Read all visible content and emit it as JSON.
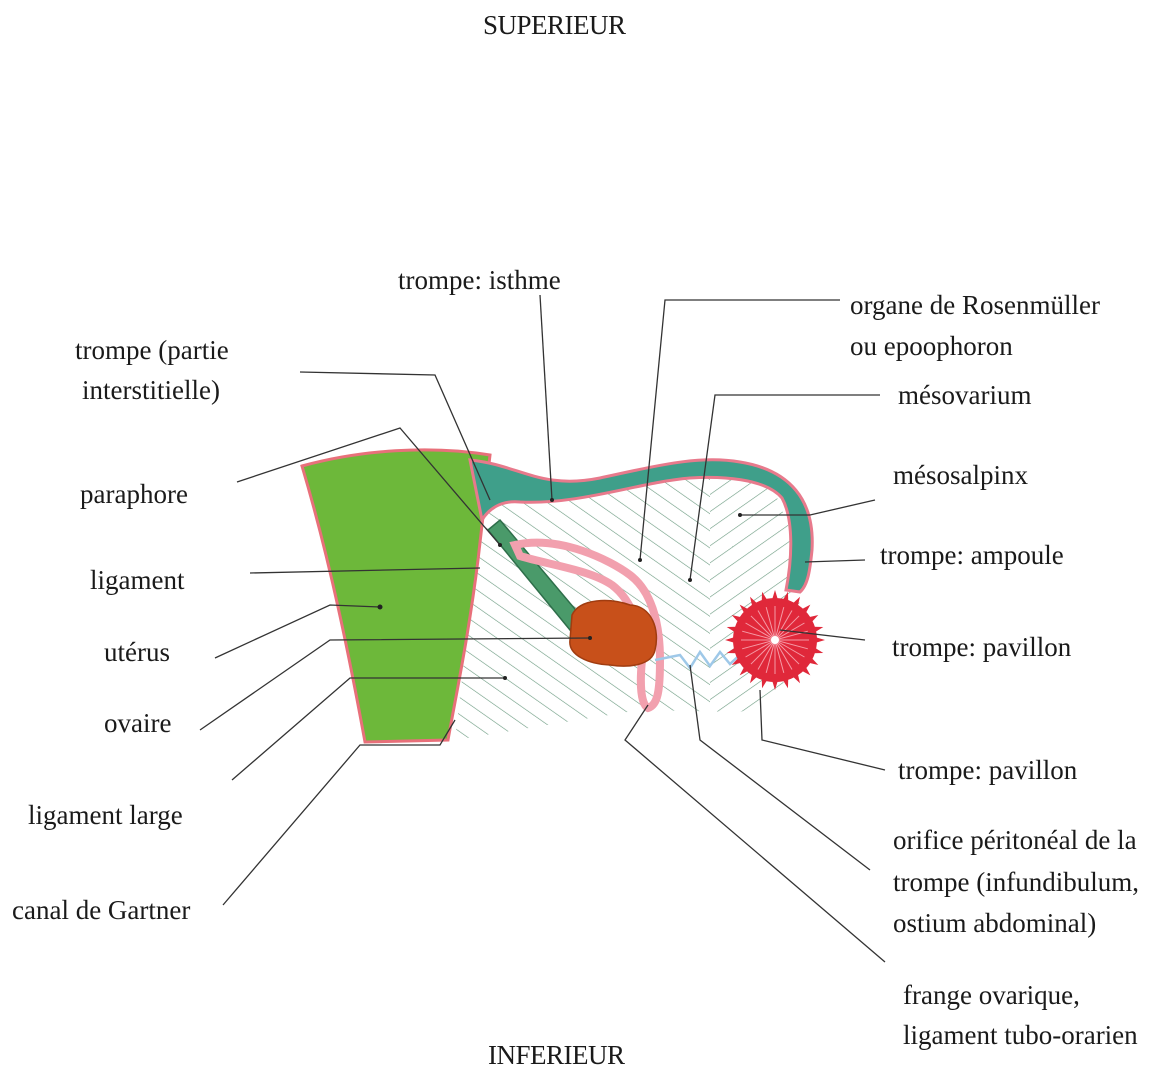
{
  "orientation": {
    "top": "SUPERIEUR",
    "bottom": "INFERIEUR"
  },
  "labels": {
    "trompe_isthme": "trompe: isthme",
    "rosenmuller_1": "organe de Rosenmüller",
    "rosenmuller_2": "ou epoophoron",
    "mesovarium": "mésovarium",
    "mesosalpinx": "mésosalpinx",
    "ampoule": "trompe: ampoule",
    "pavillon_1": "trompe: pavillon",
    "pavillon_2": "trompe: pavillon",
    "orifice_1": "orifice péritonéal de la",
    "orifice_2": "trompe (infundibulum,",
    "orifice_3": "ostium abdominal)",
    "frange_1": "frange ovarique,",
    "frange_2": "ligament tubo-orarien",
    "interstitielle_1": "trompe (partie",
    "interstitielle_2": "interstitielle)",
    "paraphore": "paraphore",
    "ligament": "ligament",
    "uterus": "utérus",
    "ovaire": "ovaire",
    "ligament_large": "ligament large",
    "canal_gartner": "canal de Gartner"
  },
  "colors": {
    "uterus": "#6db83a",
    "uterus_edge": "#e8707a",
    "tube": "#3f9f8a",
    "tube_edge": "#e87a8c",
    "ovary": "#c8501a",
    "pavillon": "#e0283a",
    "epoophoron": "#f2a0ae",
    "gartner": "#9ec8e8",
    "hatch": "#5a8a70"
  }
}
